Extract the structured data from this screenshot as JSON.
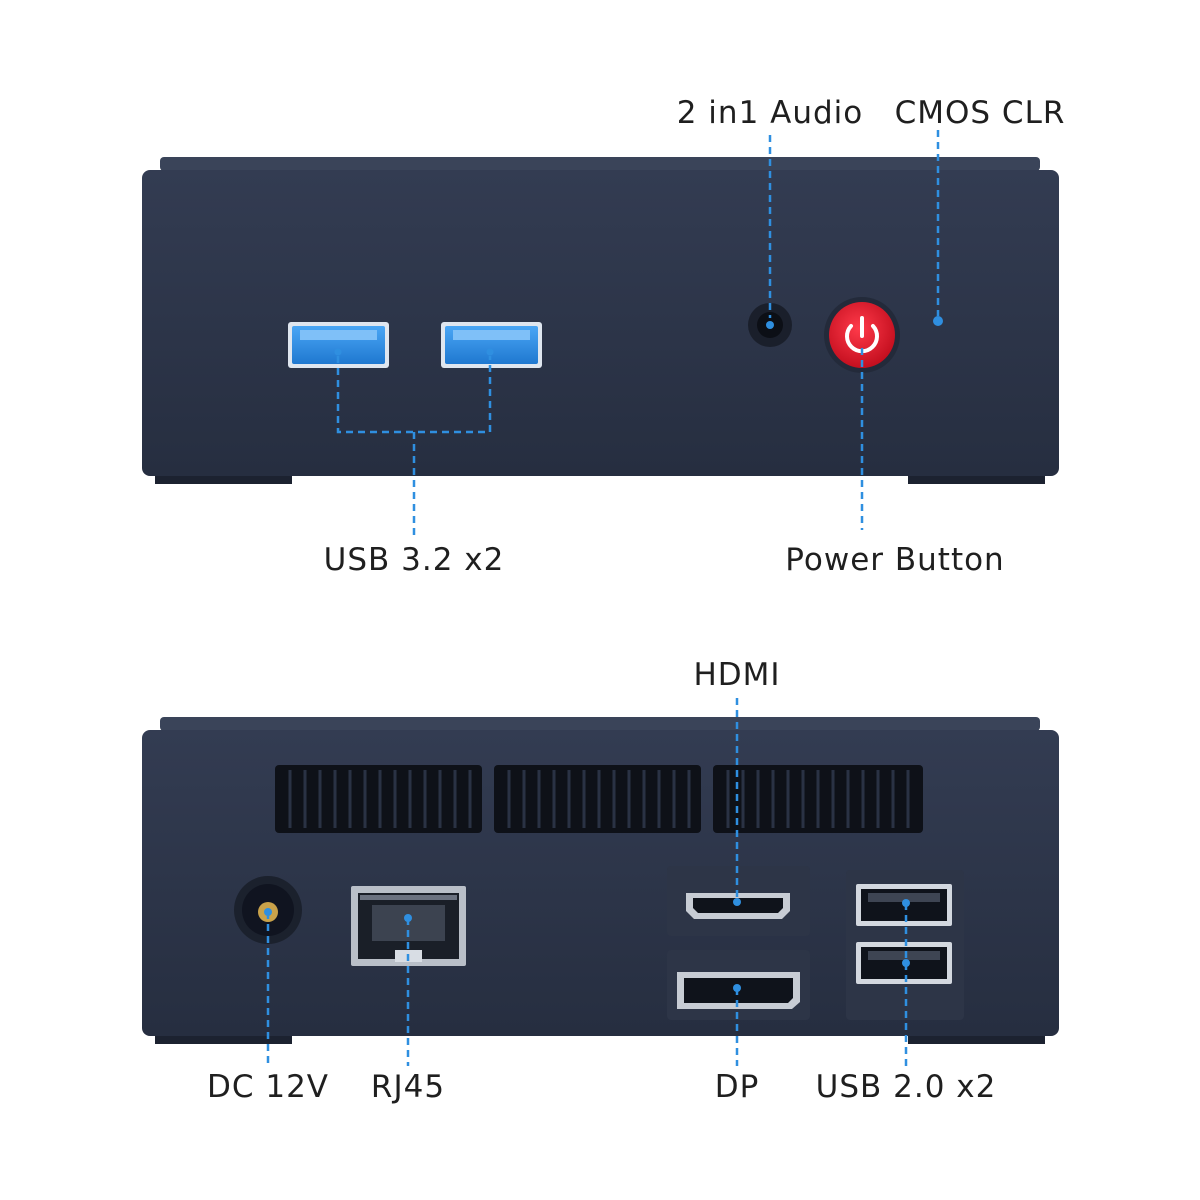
{
  "front_panel": {
    "labels": {
      "audio": "2 in1 Audio",
      "cmos": "CMOS CLR",
      "usb": "USB 3.2 x2",
      "power": "Power Button"
    }
  },
  "rear_panel": {
    "labels": {
      "hdmi": "HDMI",
      "dc": "DC 12V",
      "rj45": "RJ45",
      "dp": "DP",
      "usb": "USB 2.0 x2"
    }
  },
  "colors": {
    "chassis": "#2a3347",
    "chassis_top": "#343e55",
    "callout_line": "#2f8fe0",
    "usb3_blue": "#2b8de6",
    "power_red": "#e0172b"
  }
}
